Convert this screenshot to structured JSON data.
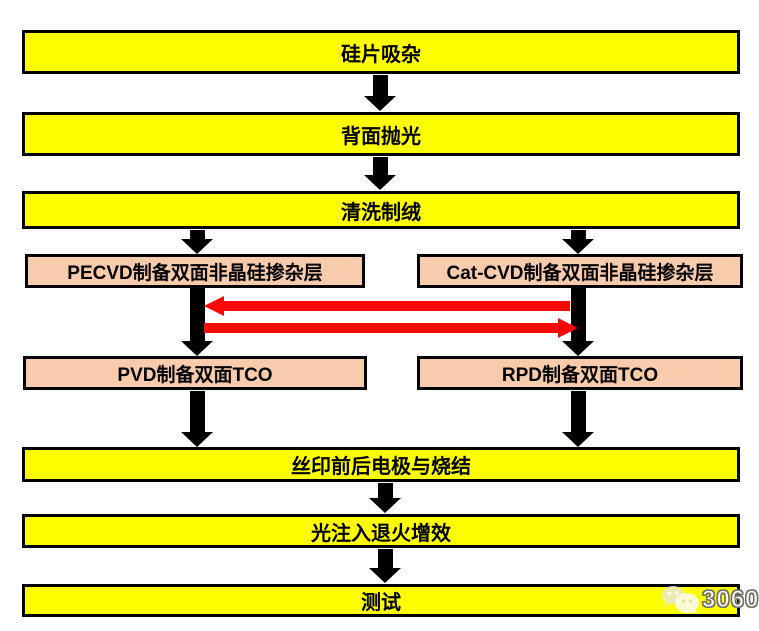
{
  "colors": {
    "main_step_fill": "#FFFF00",
    "branch_step_fill": "#F8CBAD",
    "box_border": "#000000",
    "flow_arrow": "#000000",
    "exchange_arrow": "#F80808",
    "background": "#FFFFFF"
  },
  "nodes": {
    "gettering": "硅片吸杂",
    "back_polishing": "背面抛光",
    "cleaning_texturing": "清洗制绒",
    "pecvd": "PECVD制备双面非晶硅掺杂层",
    "cat_cvd": "Cat-CVD制备双面非晶硅掺杂层",
    "pvd_tco": "PVD制备双面TCO",
    "rpd_tco": "RPD制备双面TCO",
    "screen_print_firing": "丝印前后电极与烧结",
    "light_soaking": "光注入退火增效",
    "test": "测试"
  },
  "watermark": {
    "icon": "wechat-bubbles-icon",
    "text": "3060"
  }
}
